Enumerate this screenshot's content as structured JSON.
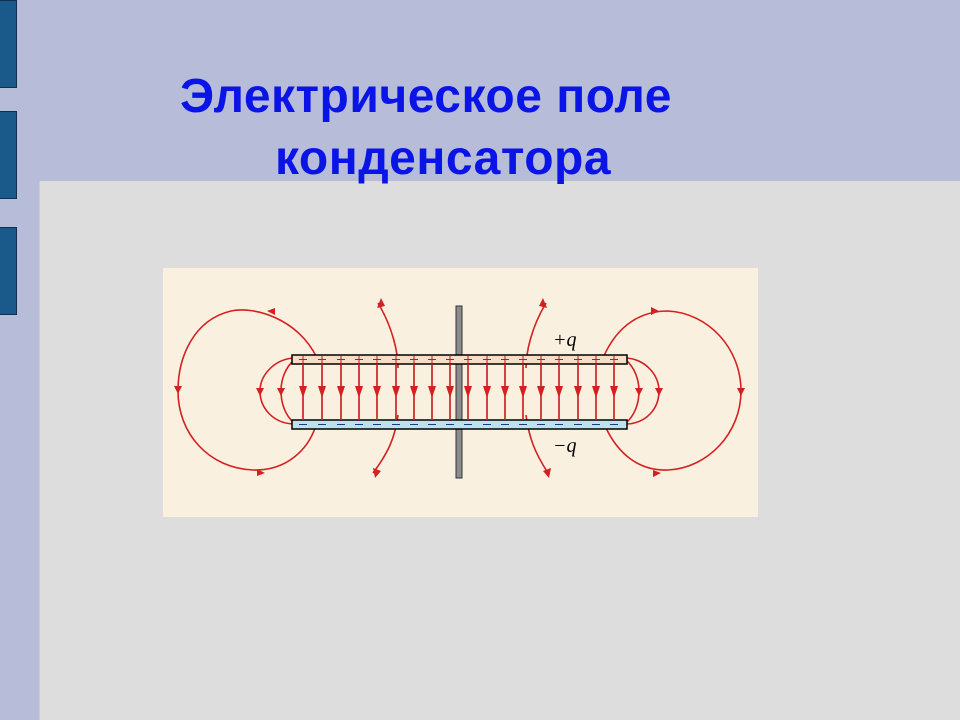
{
  "slide": {
    "title_line1": "Электрическое поле",
    "title_line2": "конденсатора",
    "colors": {
      "background": "#b7bdd9",
      "panel": "#dddddd",
      "title": "#0a14e6",
      "side_blocks": "#1a5a8a",
      "figure_bg": "#faf0df",
      "field_lines": "#d42020",
      "positive_plate": "#f8dcc4",
      "negative_plate": "#bfe2ea"
    }
  },
  "figure": {
    "positive_label": "+q",
    "negative_label": "−q",
    "positive_sign": "+",
    "negative_sign": "−",
    "field_line_count": 18
  }
}
